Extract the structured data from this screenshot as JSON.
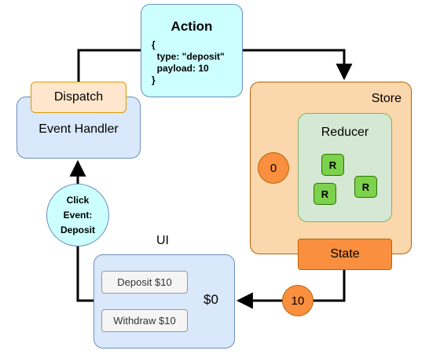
{
  "action": {
    "title": "Action",
    "code": "{\n  type: \"deposit\"\n  payload: 10\n}"
  },
  "dispatch": {
    "label": "Dispatch"
  },
  "event_handler": {
    "label": "Event Handler"
  },
  "store": {
    "label": "Store"
  },
  "reducer": {
    "label": "Reducer",
    "items": [
      "R",
      "R",
      "R"
    ]
  },
  "state": {
    "label": "State"
  },
  "state_initial": {
    "value": "0"
  },
  "state_output": {
    "value": "10"
  },
  "click_event": {
    "label": "Click\nEvent:\nDeposit"
  },
  "ui": {
    "label": "UI",
    "deposit_button": "Deposit $10",
    "withdraw_button": "Withdraw $10",
    "balance": "$0"
  },
  "colors": {
    "action_fill": "#ccffff",
    "blue_fill": "#dae8fc",
    "orange_light": "#ffe6cc",
    "store_fill": "#fad7ac",
    "reducer_fill": "#d5e8d4",
    "r_fill": "#7cd14d",
    "state_fill": "#fa8f3f"
  }
}
